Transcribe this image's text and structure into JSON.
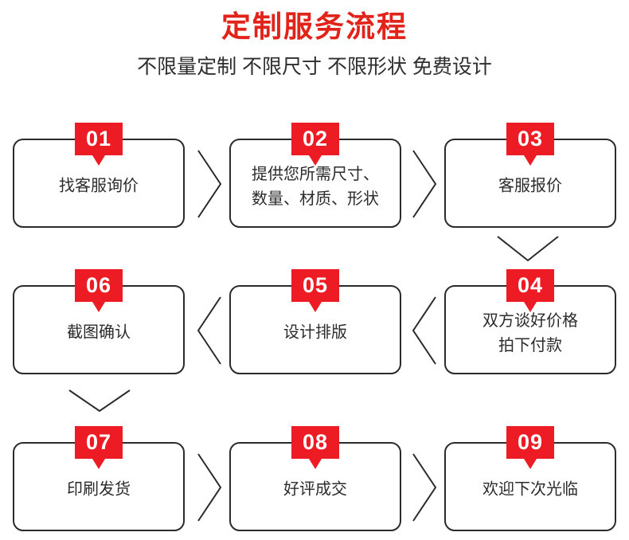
{
  "header": {
    "title": "定制服务流程",
    "subtitle": "不限量定制 不限尺寸 不限形状 免费设计",
    "title_color": "#e2231a",
    "subtitle_color": "#2e2e2e"
  },
  "theme": {
    "badge_color": "#ed1c24",
    "card_border_color": "#2b2b2b",
    "card_background": "#ffffff",
    "page_background": "#ffffff",
    "text_color": "#2b2b2b"
  },
  "flow": {
    "steps": [
      {
        "number": "01",
        "label": "找客服询价"
      },
      {
        "number": "02",
        "label": "提供您所需尺寸、\n数量、材质、形状"
      },
      {
        "number": "03",
        "label": "客服报价"
      },
      {
        "number": "04",
        "label": "双方谈好价格\n拍下付款"
      },
      {
        "number": "05",
        "label": "设计排版"
      },
      {
        "number": "06",
        "label": "截图确认"
      },
      {
        "number": "07",
        "label": "印刷发货"
      },
      {
        "number": "08",
        "label": "好评成交"
      },
      {
        "number": "09",
        "label": "欢迎下次光临"
      }
    ],
    "connectors": [
      {
        "name": "chevron-right-01-02",
        "direction": "right"
      },
      {
        "name": "chevron-right-02-03",
        "direction": "right"
      },
      {
        "name": "chevron-down-03-04",
        "direction": "down"
      },
      {
        "name": "chevron-left-04-05",
        "direction": "left"
      },
      {
        "name": "chevron-left-05-06",
        "direction": "left"
      },
      {
        "name": "chevron-down-06-07",
        "direction": "down"
      },
      {
        "name": "chevron-right-07-08",
        "direction": "right"
      },
      {
        "name": "chevron-right-08-09",
        "direction": "right"
      }
    ]
  }
}
